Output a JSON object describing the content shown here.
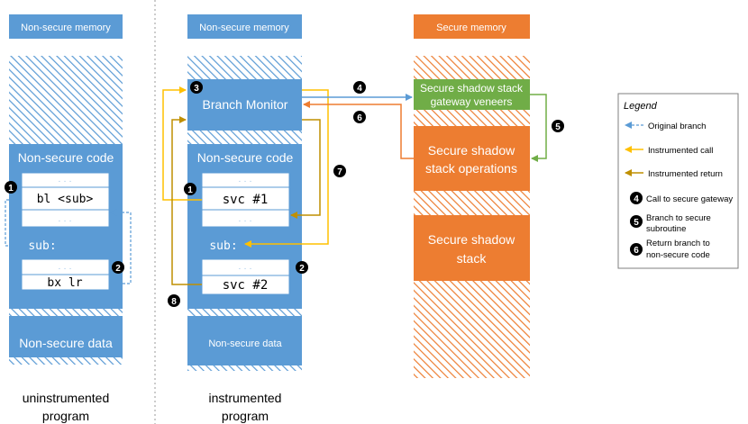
{
  "colors": {
    "memory_blue": "#5b9bd5",
    "hatch_blue": "#dce8f5",
    "secure_orange": "#ed7d31",
    "hatch_orange": "#fbe0cd",
    "gateway_green": "#70ad47",
    "arrow_blue": "#5b9bd5",
    "arrow_yellow": "#ffc000",
    "arrow_brown": "#bf8f00",
    "text_white": "#ffffff",
    "text_dark": "#000000"
  },
  "left_column": {
    "header": "Non-secure memory",
    "code_label": "Non-secure code",
    "call_instruction": "bl <sub>",
    "sub_label": "sub:",
    "return_instruction": "bx lr",
    "data_label": "Non-secure data",
    "caption_line1": "uninstrumented",
    "caption_line2": "program",
    "ellipsis": "· · ·"
  },
  "middle_column": {
    "header": "Non-secure memory",
    "branch_monitor": "Branch Monitor",
    "code_label": "Non-secure code",
    "svc1": "svc #1",
    "sub_label": "sub:",
    "svc2": "svc #2",
    "data_label": "Non-secure data",
    "caption_line1": "instrumented",
    "caption_line2": "program",
    "ellipsis": "· · ·"
  },
  "right_column": {
    "header": "Secure memory",
    "gateway_line1": "Secure shadow stack",
    "gateway_line2": "gateway veneers",
    "ops_line1": "Secure shadow",
    "ops_line2": "stack operations",
    "stack_line1": "Secure shadow",
    "stack_line2": "stack"
  },
  "markers": {
    "m1": "1",
    "m2": "2",
    "m3": "3",
    "m4": "4",
    "m5": "5",
    "m6": "6",
    "m7": "7",
    "m8": "8"
  },
  "legend": {
    "title": "Legend",
    "original_branch": "Original branch",
    "instrumented_call": "Instrumented call",
    "instrumented_return": "Instrumented return",
    "num4": "4",
    "call_gateway": "Call to secure gateway",
    "num5": "5",
    "branch_secure_line1": "Branch to secure",
    "branch_secure_line2": "subroutine",
    "num6": "6",
    "return_branch_line1": "Return branch to",
    "return_branch_line2": "non-secure code"
  }
}
